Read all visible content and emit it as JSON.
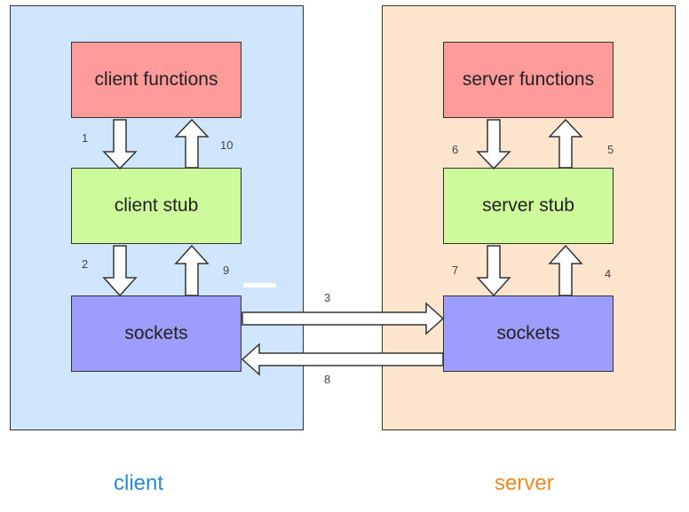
{
  "client": {
    "functions_label": "client functions",
    "stub_label": "client stub",
    "sockets_label": "sockets",
    "side_label": "client",
    "steps": {
      "s1": "1",
      "s2": "2",
      "s9": "9",
      "s10": "10"
    }
  },
  "server": {
    "functions_label": "server functions",
    "stub_label": "server stub",
    "sockets_label": "sockets",
    "side_label": "server",
    "steps": {
      "s4": "4",
      "s5": "5",
      "s6": "6",
      "s7": "7"
    }
  },
  "network": {
    "steps": {
      "s3": "3",
      "s8": "8"
    }
  },
  "colors": {
    "client_panel": "#cfe6fd",
    "server_panel": "#fde4cd",
    "functions_box": "#fe9a9a",
    "stub_box": "#cdfa9b",
    "sockets_box": "#9d9dfe",
    "client_label": "#2a8ad4",
    "server_label": "#ea8a26"
  }
}
